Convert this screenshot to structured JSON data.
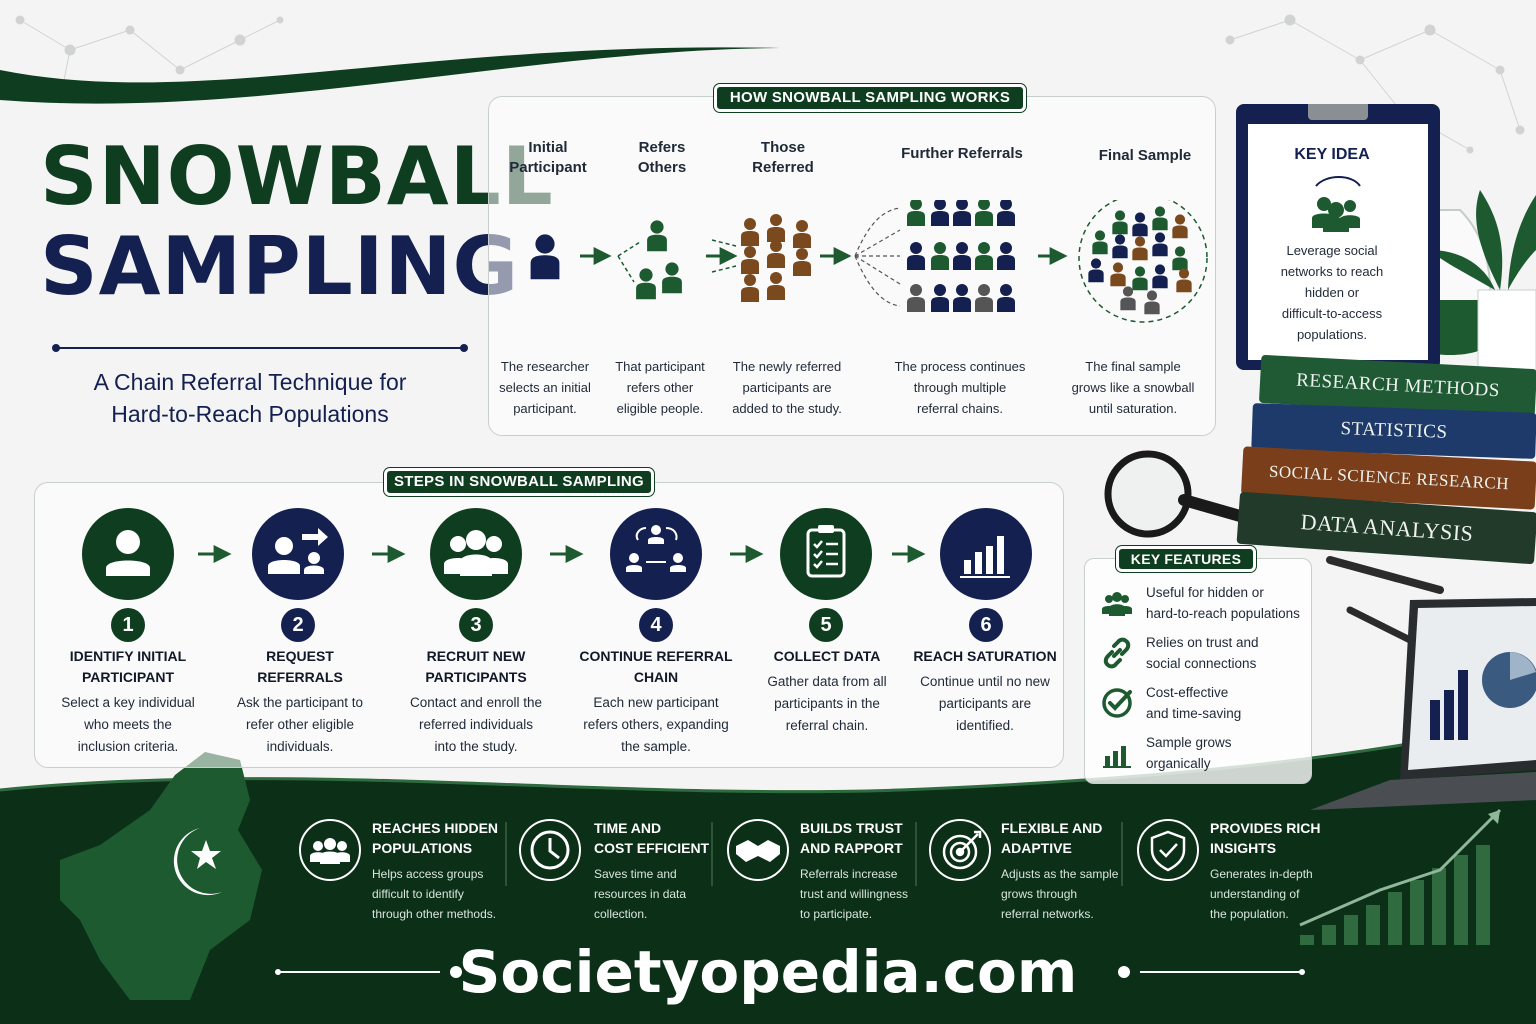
{
  "title": {
    "line1": "SNOWBALL",
    "line2": "SAMPLING",
    "subtitle_line1": "A Chain Referral Technique for",
    "subtitle_line2": "Hard-to-Reach Populations"
  },
  "how": {
    "label": "HOW SNOWBALL SAMPLING WORKS",
    "stages": [
      {
        "head1": "Initial",
        "head2": "Participant",
        "desc1": "The researcher",
        "desc2": "selects an initial",
        "desc3": "participant."
      },
      {
        "head1": "Refers",
        "head2": "Others",
        "desc1": "That participant",
        "desc2": "refers other",
        "desc3": "eligible people."
      },
      {
        "head1": "Those",
        "head2": "Referred",
        "desc1": "The newly referred",
        "desc2": "participants are",
        "desc3": "added to the study."
      },
      {
        "head1": "Further Referrals",
        "head2": "",
        "desc1": "The process continues",
        "desc2": "through multiple",
        "desc3": "referral chains."
      },
      {
        "head1": "Final Sample",
        "head2": "",
        "desc1": "The final sample",
        "desc2": "grows like a snowball",
        "desc3": "until saturation."
      }
    ]
  },
  "key_idea": {
    "title": "KEY IDEA",
    "line1": "Leverage social",
    "line2": "networks to reach",
    "line3": "hidden or",
    "line4": "difficult-to-access",
    "line5": "populations."
  },
  "books": [
    "RESEARCH METHODS",
    "STATISTICS",
    "SOCIAL SCIENCE RESEARCH",
    "DATA ANALYSIS"
  ],
  "steps": {
    "label": "STEPS IN SNOWBALL SAMPLING",
    "items": [
      {
        "num": "1",
        "title1": "IDENTIFY INITIAL",
        "title2": "PARTICIPANT",
        "desc1": "Select a key individual",
        "desc2": "who meets the",
        "desc3": "inclusion criteria.",
        "icon": "person-icon"
      },
      {
        "num": "2",
        "title1": "REQUEST REFERRALS",
        "title2": "",
        "desc1": "Ask the participant to",
        "desc2": "refer other eligible",
        "desc3": "individuals.",
        "icon": "referral-icon"
      },
      {
        "num": "3",
        "title1": "RECRUIT NEW",
        "title2": "PARTICIPANTS",
        "desc1": "Contact and enroll the",
        "desc2": "referred individuals",
        "desc3": "into the study.",
        "icon": "group-icon"
      },
      {
        "num": "4",
        "title1": "CONTINUE REFERRAL CHAIN",
        "title2": "",
        "desc1": "Each new participant",
        "desc2": "refers others, expanding",
        "desc3": "the sample.",
        "icon": "chain-icon"
      },
      {
        "num": "5",
        "title1": "COLLECT DATA",
        "title2": "",
        "desc1": "Gather data from all",
        "desc2": "participants in the",
        "desc3": "referral chain.",
        "icon": "clipboard-icon"
      },
      {
        "num": "6",
        "title1": "REACH SATURATION",
        "title2": "",
        "desc1": "Continue until no new",
        "desc2": "participants are",
        "desc3": "identified.",
        "icon": "bar-chart-icon"
      }
    ]
  },
  "key_features": {
    "label": "KEY FEATURES",
    "items": [
      {
        "line1": "Useful for hidden or",
        "line2": "hard-to-reach populations",
        "icon": "people-icon"
      },
      {
        "line1": "Relies on trust and",
        "line2": "social connections",
        "icon": "link-icon"
      },
      {
        "line1": "Cost-effective",
        "line2": "and time-saving",
        "icon": "check-icon"
      },
      {
        "line1": "Sample grows",
        "line2": "organically",
        "icon": "growth-icon"
      }
    ]
  },
  "benefits": [
    {
      "title1": "REACHES HIDDEN",
      "title2": "POPULATIONS",
      "desc1": "Helps access groups",
      "desc2": "difficult to identify",
      "desc3": "through other methods.",
      "icon": "people-icon"
    },
    {
      "title1": "TIME AND",
      "title2": "COST EFFICIENT",
      "desc1": "Saves time and",
      "desc2": "resources in data",
      "desc3": "collection.",
      "icon": "clock-icon"
    },
    {
      "title1": "BUILDS TRUST",
      "title2": "AND RAPPORT",
      "desc1": "Referrals increase",
      "desc2": "trust and willingness",
      "desc3": "to participate.",
      "icon": "handshake-icon"
    },
    {
      "title1": "FLEXIBLE AND",
      "title2": "ADAPTIVE",
      "desc1": "Adjusts as the sample",
      "desc2": "grows through",
      "desc3": "referral networks.",
      "icon": "target-icon"
    },
    {
      "title1": "PROVIDES RICH",
      "title2": "INSIGHTS",
      "desc1": "Generates in-depth",
      "desc2": "understanding of",
      "desc3": "the population.",
      "icon": "shield-check-icon"
    }
  ],
  "brand": "Societyopedia.com",
  "colors": {
    "green": "#0f3d1f",
    "navy": "#14204f",
    "brown": "#7a4a1e",
    "band": "#0c2f18"
  }
}
